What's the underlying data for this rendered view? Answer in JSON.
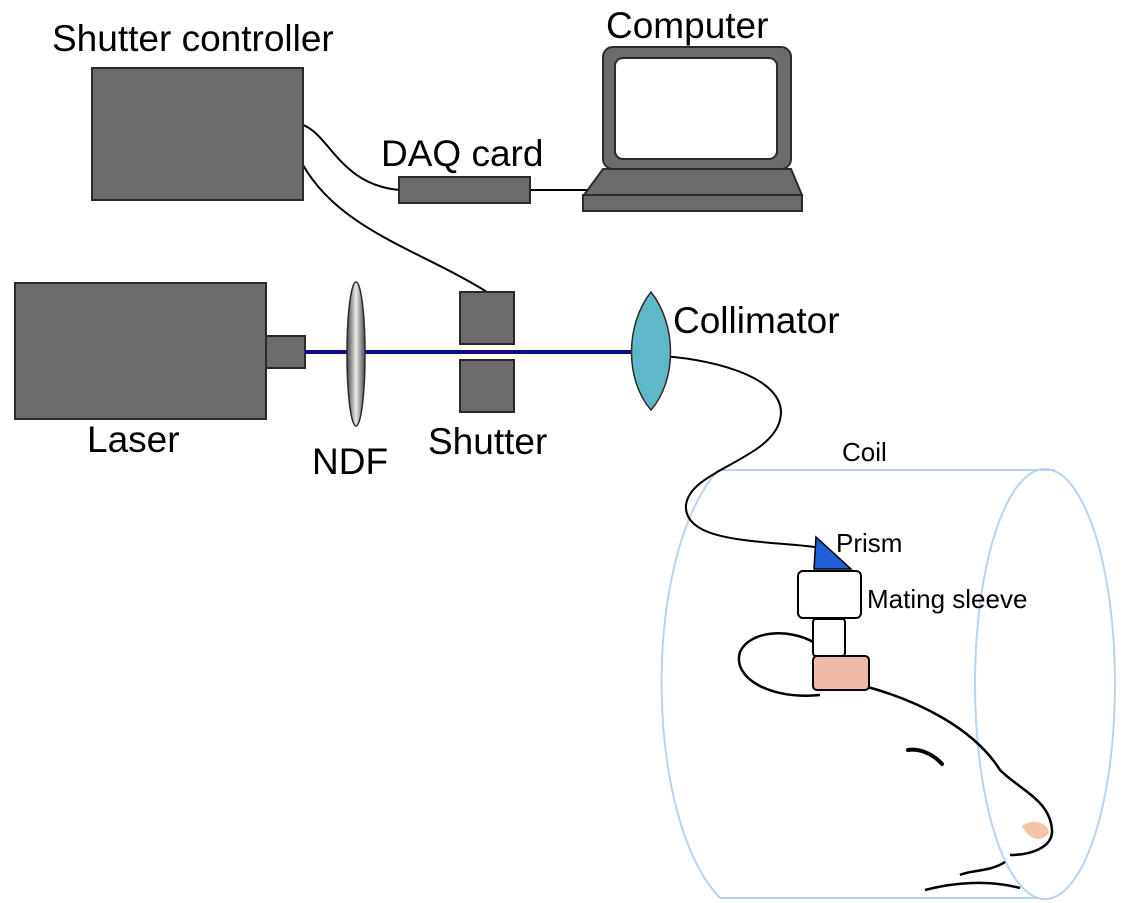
{
  "labels": {
    "shutter_controller": "Shutter controller",
    "computer": "Computer",
    "daq_card": "DAQ card",
    "collimator": "Collimator",
    "laser": "Laser",
    "ndf": "NDF",
    "shutter": "Shutter",
    "coil": "Coil",
    "prism": "Prism",
    "mating_sleeve": "Mating sleeve"
  },
  "colors": {
    "device_fill": "#6b6b6b",
    "beam": "#0a0a8c",
    "collimator": "#5fb8c8",
    "prism": "#1f5fd6",
    "coil": "#b9d3ee",
    "implant": "#efb9a8",
    "nose": "#f5c3a8"
  }
}
